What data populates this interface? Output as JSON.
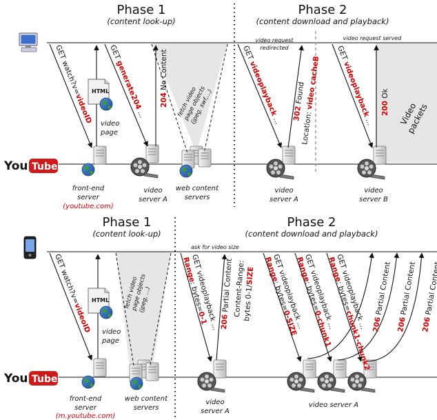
{
  "top": {
    "phase1_title": "Phase 1",
    "phase1_sub": "(content look-up)",
    "phase2_title": "Phase 2",
    "phase2_sub": "(content download and playback)",
    "msg_watch_prefix": "GET watch?v=",
    "msg_watch_red": "videoID",
    "html_label": "HTML",
    "video_page_1": "video",
    "video_page_2": "page",
    "msg_gen_prefix": "GET ",
    "msg_gen_red": "generate204",
    "msg_gen_suffix": " ...",
    "msg_204_red": "204",
    "msg_204_suffix": " No Content",
    "fetch_1": "fetch video",
    "fetch_2": "page objects",
    "fetch_3": "(jpeg, swf,...)",
    "redirected_1": "video request",
    "redirected_2": "redirected",
    "served": "video request served",
    "msg_vp1_prefix": "GET ",
    "msg_vp1_red": "videoplayback",
    "msg_vp1_suffix": " ...",
    "msg_302_red": "302",
    "msg_302_suffix": " Found",
    "msg_loc_prefix": "Location: ",
    "msg_loc_red": "video cacheB",
    "msg_vp2_prefix": "GET ",
    "msg_vp2_red": "videoplayback",
    "msg_vp2_suffix": " ...",
    "msg_200_red": "200",
    "msg_200_suffix": " Ok",
    "video_packets_1": "Video",
    "video_packets_2": "packets",
    "frontend_1": "front-end",
    "frontend_2": "server",
    "frontend_host": "(youtube.com)",
    "vsa_1": "video",
    "vsa_2": "server A",
    "wcs_1": "web content",
    "wcs_2": "servers",
    "vsa2_1": "video",
    "vsa2_2": "server A",
    "vsb_1": "video",
    "vsb_2": "server B"
  },
  "bottom": {
    "phase1_title": "Phase 1",
    "phase1_sub": "(content look-up)",
    "phase2_title": "Phase 2",
    "phase2_sub": "(content download and playback)",
    "msg_watch_prefix": "GET watch?v=",
    "msg_watch_red": "videoID",
    "html_label": "HTML",
    "video_page_1": "video",
    "video_page_2": "page",
    "fetch_1": "fetch video",
    "fetch_2": "page objects",
    "fetch_3": "(jpeg, ...)",
    "ask_size": "ask for video size",
    "m1_red": "Range",
    "m1_mid": ": bytes=",
    "m1_red2": "0-1",
    "m1_line1": "GET videoplayback ...",
    "m2_red": "206",
    "m2_suffix": " Partial Content",
    "m3_line1": "Content-Range:",
    "m3_prefix": "bytes 0-1/",
    "m3_red": "SIZE",
    "r1_red": "Range",
    "r1_mid": ": bytes=",
    "r1_red2": "0-SIZE",
    "r1_line1": "GET videoplayback ...",
    "r2_red": "Range",
    "r2_mid": ": bytes=",
    "r2_red2": "0-chunk1",
    "r2_line1": "GET videoplayback ...",
    "r3_red": "Range",
    "r3_mid": ": bytes=",
    "r3_red2": "chunk1-chunk2",
    "r3_line1": "GET videoplayback ...",
    "p_red": "206",
    "p_suffix": " Partial Content",
    "frontend_1": "front-end",
    "frontend_2": "server",
    "frontend_host": "(m.youtube.com)",
    "wcs_1": "web content",
    "wcs_2": "servers",
    "vsa_1": "video",
    "vsa_2": "server A",
    "vsa_group": "video server A"
  },
  "logo": {
    "you": "You",
    "tube": "Tube"
  },
  "colors": {
    "accent_red": "#d40000",
    "shade": "#e6e6e6",
    "line": "#111111"
  }
}
